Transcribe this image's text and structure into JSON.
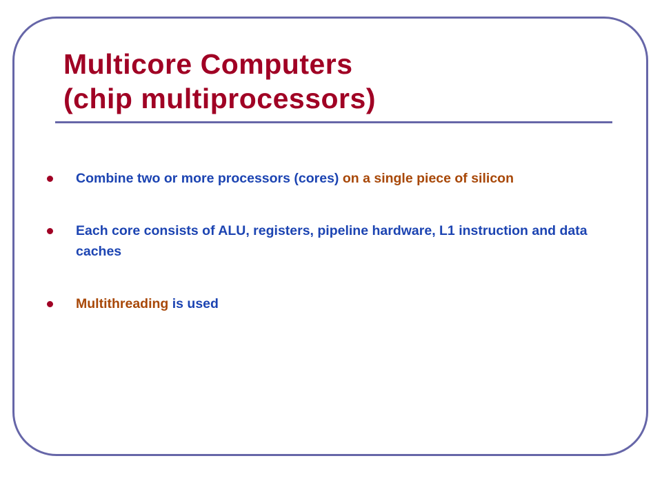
{
  "slide": {
    "title_line1": "Multicore Computers",
    "title_line2": "(chip multiprocessors)",
    "bullets": [
      {
        "segments": [
          {
            "text": "Combine two or more processors (cores) ",
            "color": "#1c44b2"
          },
          {
            "text": "on a single piece of silicon",
            "color": "#a84808"
          }
        ]
      },
      {
        "segments": [
          {
            "text": "Each core consists of ALU, registers, pipeline hardware, L1 instruction and data caches",
            "color": "#1c44b2"
          }
        ]
      },
      {
        "segments": [
          {
            "text": "Multithreading",
            "color": "#a84808"
          },
          {
            "text": " is used",
            "color": "#1c44b2"
          }
        ]
      }
    ],
    "colors": {
      "title": "#a00024",
      "frame": "#6666a8",
      "text_blue": "#1c44b2",
      "text_brown": "#a84808",
      "bullet_dot": "#a00024"
    }
  }
}
